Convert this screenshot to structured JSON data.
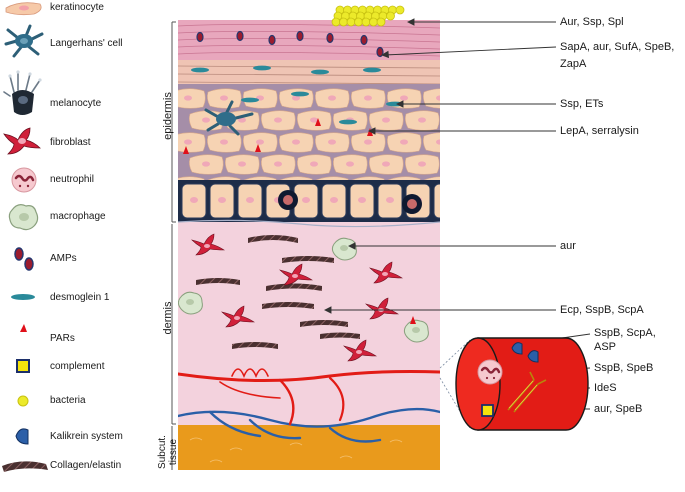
{
  "legend": {
    "items": [
      {
        "key": "keratinocyte",
        "label": "keratinocyte"
      },
      {
        "key": "langerhans",
        "label": "Langerhans' cell"
      },
      {
        "key": "melanocyte",
        "label": "melanocyte"
      },
      {
        "key": "fibroblast",
        "label": "fibroblast"
      },
      {
        "key": "neutrophil",
        "label": "neutrophil"
      },
      {
        "key": "macrophage",
        "label": "macrophage"
      },
      {
        "key": "amps",
        "label": "AMPs"
      },
      {
        "key": "desmoglein",
        "label": "desmoglein 1"
      },
      {
        "key": "pars",
        "label": "PARs"
      },
      {
        "key": "complement",
        "label": "complement"
      },
      {
        "key": "bacteria",
        "label": "bacteria"
      },
      {
        "key": "kalikrein",
        "label": "Kalikrein system"
      },
      {
        "key": "collagen",
        "label": "Collagen/elastin"
      }
    ]
  },
  "layers": {
    "epidermis": "epidermis",
    "dermis": "dermis",
    "subcut_line1": "Subcut.",
    "subcut_line2": "tissue"
  },
  "annotations": {
    "aur_ssp_spl": "Aur, Ssp, Spl",
    "sapa_line1": "SapA, aur, SufA, SpeB,",
    "sapa_line2": "ZapA",
    "ssp_ets": "Ssp, ETs",
    "lepa": "LepA, serralysin",
    "aur": "aur",
    "ecp": "Ecp, SspB, ScpA",
    "vessel_1a": "SspB, ScpA,",
    "vessel_1b": "ASP",
    "vessel_2": "SspB, SpeB",
    "vessel_3": "IdeS",
    "vessel_4": "aur, SpeB"
  },
  "colors": {
    "skin_top": "#e8a7bd",
    "keratinocyte": "#f6d3b3",
    "dermis": "#f3d2dd",
    "subcut": "#e99a1c",
    "vessel": "#e21c16",
    "bacteria": "#ece10d",
    "vein": "#2a5fa8"
  }
}
